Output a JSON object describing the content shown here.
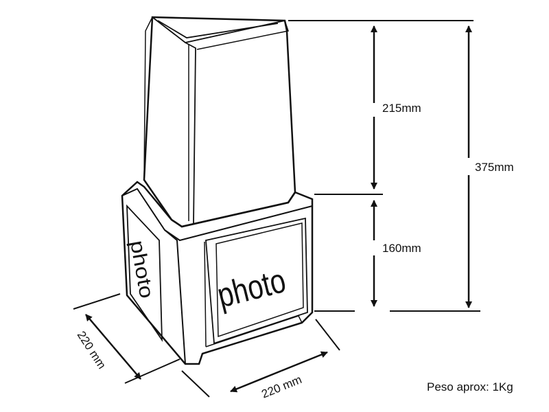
{
  "product_labels": {
    "side_photo": "photo",
    "front_photo": "photo"
  },
  "dimensions": {
    "top_height": "215mm",
    "base_height": "160mm",
    "total_height": "375mm",
    "depth": "220 mm",
    "width": "220 mm"
  },
  "weight_note": "Peso aprox: 1Kg",
  "colors": {
    "line": "#111111",
    "background": "#ffffff"
  }
}
